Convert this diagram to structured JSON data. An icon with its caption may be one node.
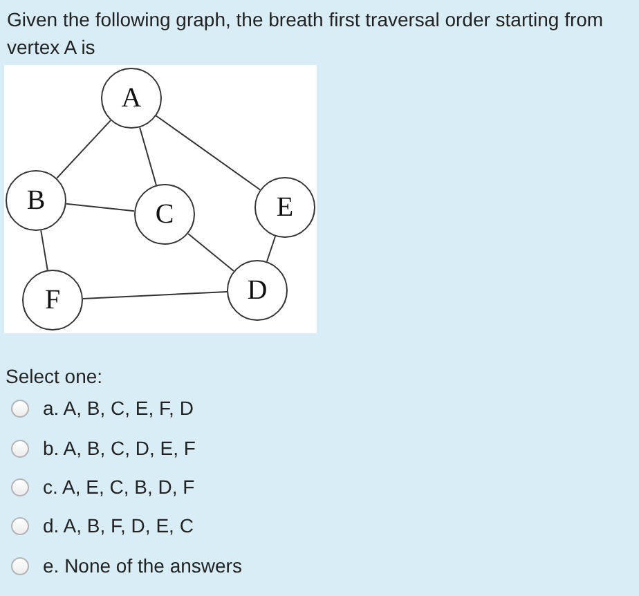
{
  "diagram": {
    "nodes": [
      {
        "text": [
          "A"
        ]
      },
      {
        "text": [
          "B"
        ]
      },
      {
        "text": [
          "C"
        ]
      },
      {
        "text": [
          "E"
        ]
      },
      {
        "text": [
          "F"
        ]
      },
      {
        "text": [
          "D"
        ]
      }
    ],
    "edges": [
      {
        "from": 0,
        "to": 1,
        "arrow": "none"
      },
      {
        "from": 0,
        "to": 2,
        "arrow": "none"
      },
      {
        "from": 0,
        "to": 3,
        "arrow": "none"
      },
      {
        "from": 1,
        "to": 2,
        "arrow": "none"
      },
      {
        "from": 1,
        "to": 4,
        "arrow": "none"
      },
      {
        "from": 2,
        "to": 5,
        "arrow": "none"
      },
      {
        "from": 3,
        "to": 5,
        "arrow": "none"
      },
      {
        "from": 4,
        "to": 5,
        "arrow": "none"
      }
    ],
    "labels": [
      "Given the following graph, the breath first traversal order starting from vertex A is",
      "Select one:",
      "a. A, B, C, E, F, D",
      "b. A, B, C, D, E, F",
      "c. A, E, C, B, D, F",
      "d. A, B, F, D, E, C",
      "e. None of the answers"
    ]
  }
}
